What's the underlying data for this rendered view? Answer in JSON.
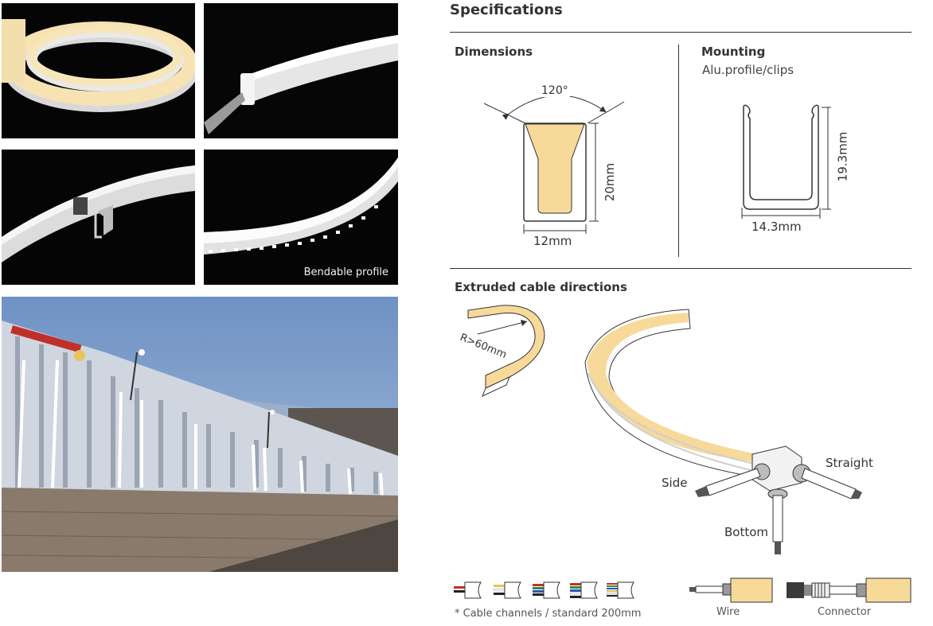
{
  "photos": {
    "bendable_caption": "Bendable profile"
  },
  "specifications": {
    "title": "Specifications",
    "dimensions": {
      "title": "Dimensions",
      "angle": "120°",
      "height": "20mm",
      "width": "12mm"
    },
    "mounting": {
      "title": "Mounting",
      "subtitle": "Alu.profile/clips",
      "height": "19.3mm",
      "width": "14.3mm"
    }
  },
  "extruded": {
    "title": "Extruded cable directions",
    "radius": "R>60mm",
    "side": "Side",
    "straight": "Straight",
    "bottom": "Bottom"
  },
  "footer": {
    "note": "* Cable channels / standard 200mm",
    "wire": "Wire",
    "connector": "Connector"
  },
  "colors": {
    "led_warm": "#f7d99a",
    "line": "#333333"
  }
}
